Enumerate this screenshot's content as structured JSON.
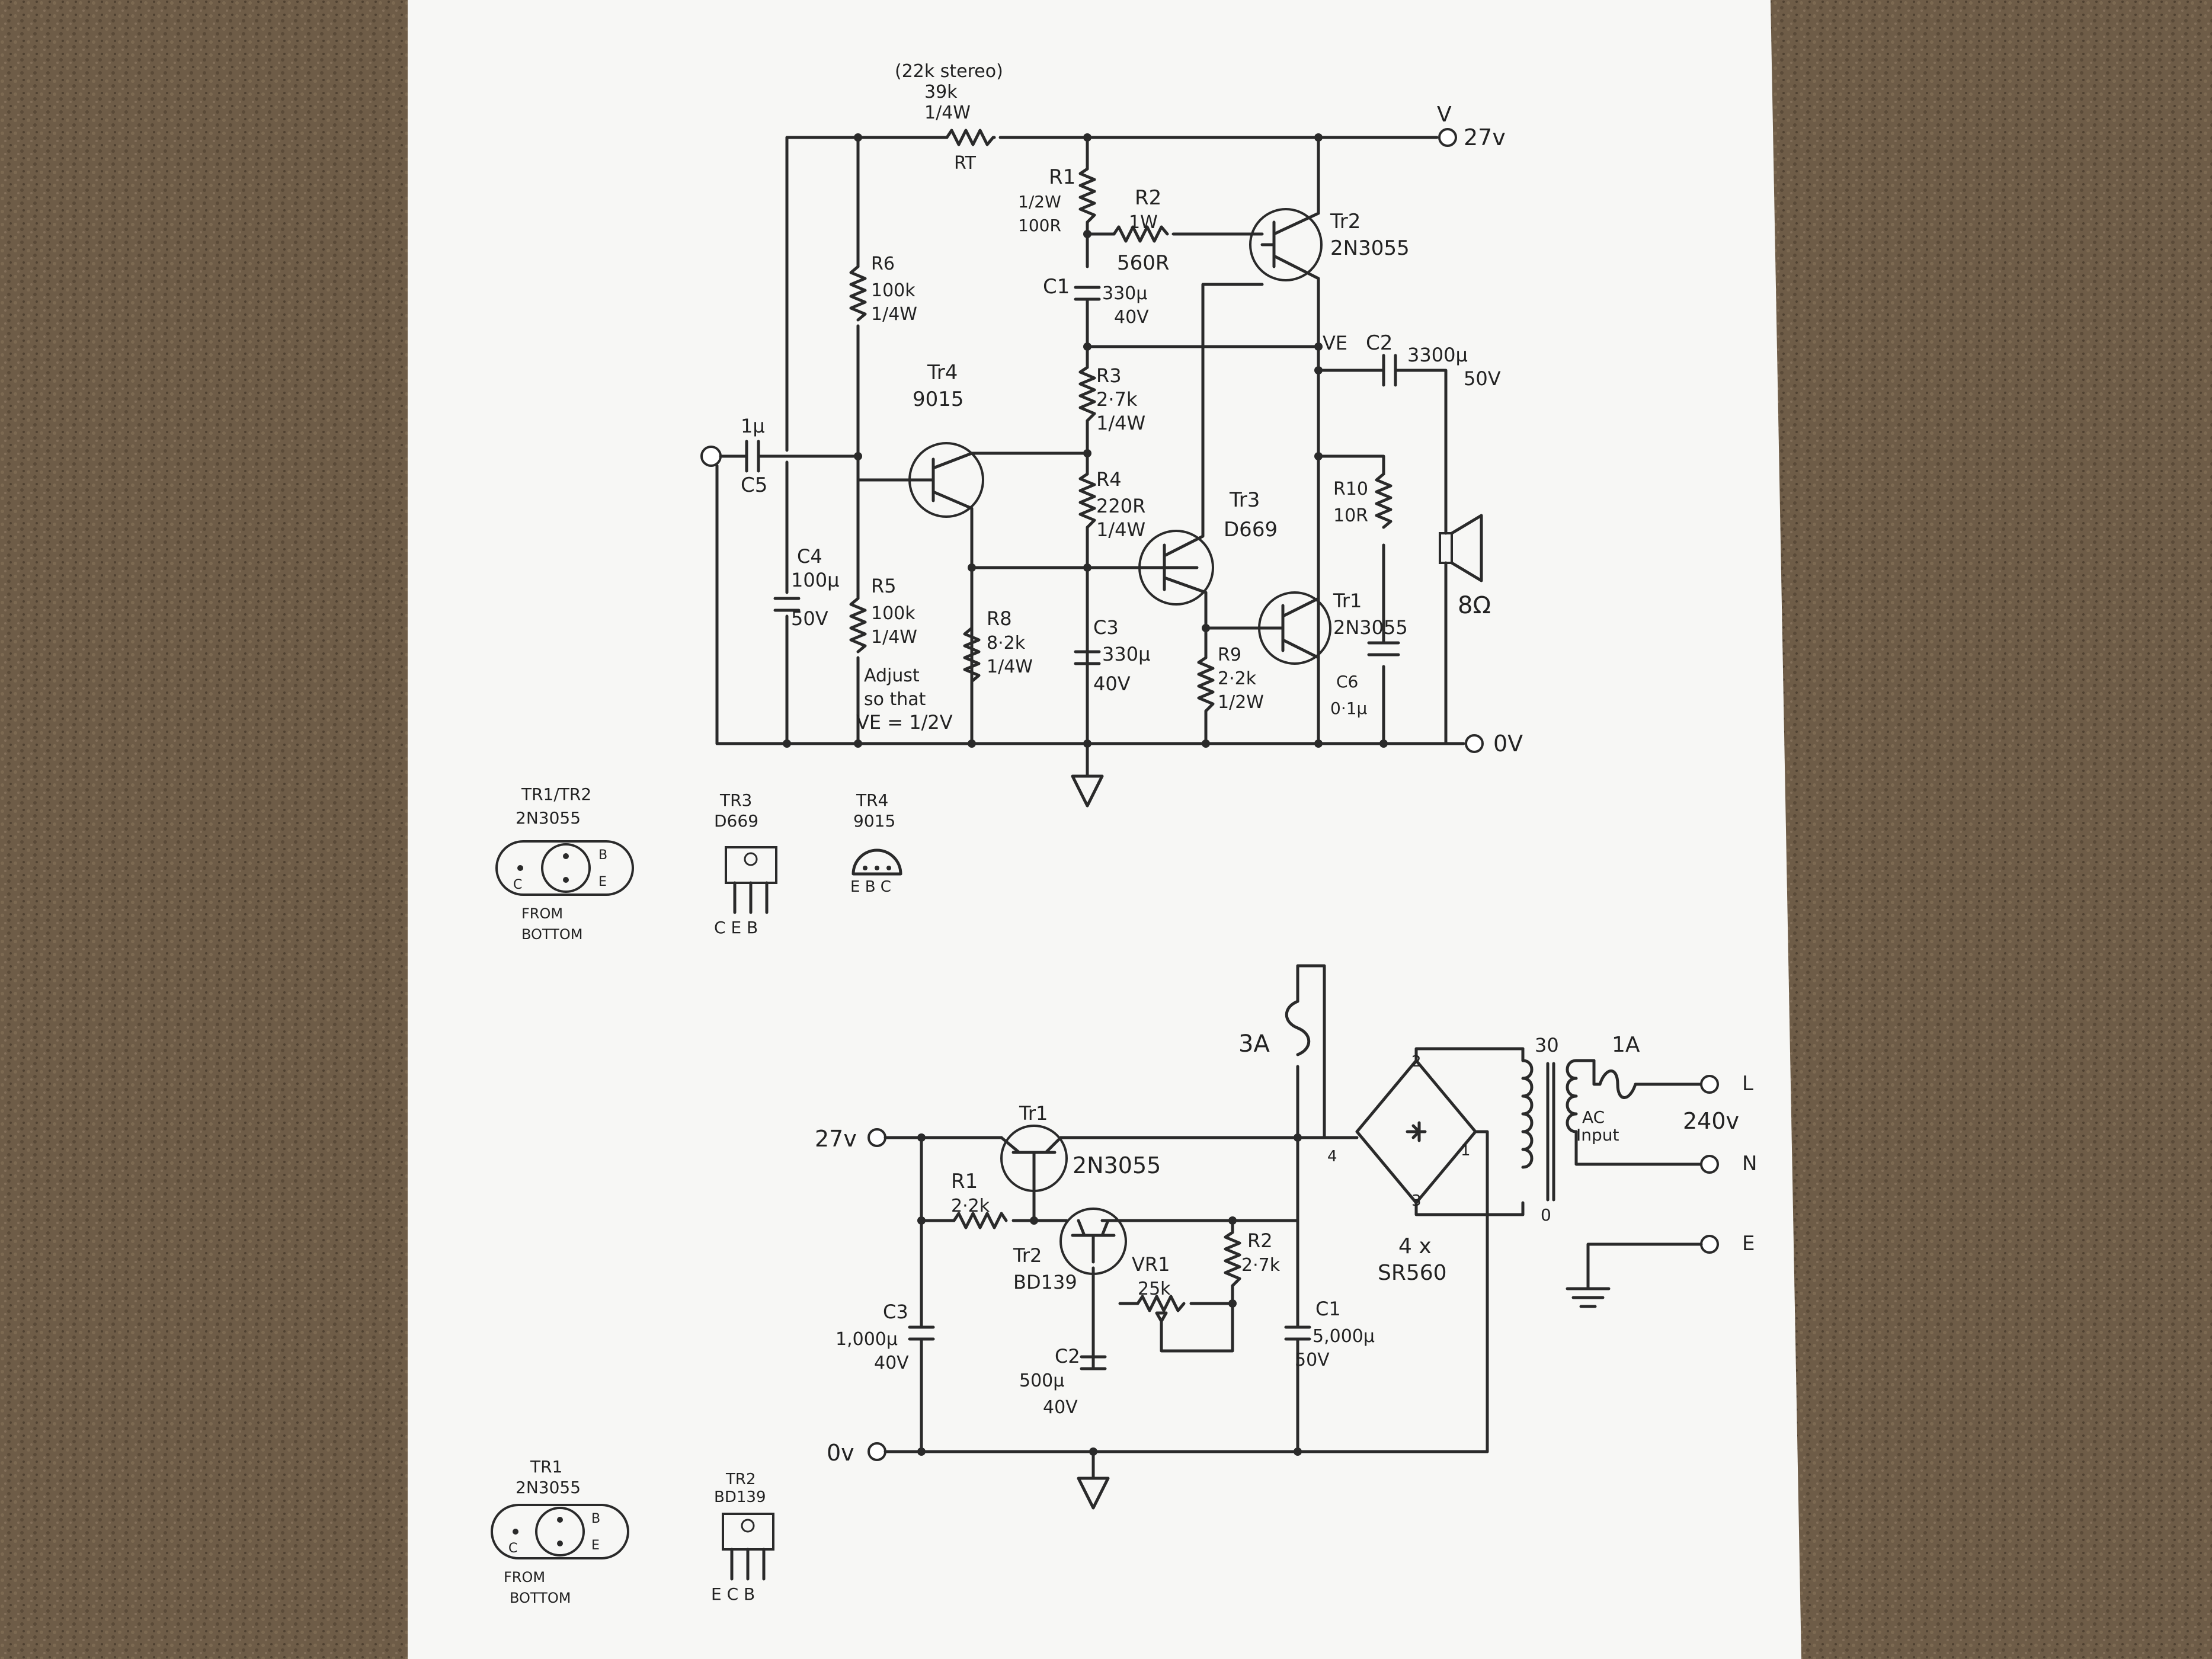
{
  "amplifier": {
    "note_stereo": "(22k stereo)",
    "rt_value": "39k",
    "rt_power": "1/4W",
    "rt_name": "RT",
    "supply_label": "V",
    "supply_voltage": "27v",
    "ground_label": "0V",
    "r1_name": "R1",
    "r1_power": "1/2W",
    "r1_value": "100R",
    "r2_name": "R2",
    "r2_power": "1W",
    "r2_value": "560R",
    "c1_name": "C1",
    "c1_value": "330µ",
    "c1_voltage": "40V",
    "tr2_name": "Tr2",
    "tr2_type": "2N3055",
    "r6_name": "R6",
    "r6_value": "100k",
    "r6_power": "1/4W",
    "ve_label": "VE",
    "c2_name": "C2",
    "c2_value": "3300µ",
    "c2_voltage": "50V",
    "tr4_name": "Tr4",
    "tr4_type": "9015",
    "r3_name": "R3",
    "r3_value": "2·7k",
    "r3_power": "1/4W",
    "c5_value": "1µ",
    "c5_name": "C5",
    "r4_name": "R4",
    "r4_value": "220R",
    "r4_power": "1/4W",
    "tr3_name": "Tr3",
    "tr3_type": "D669",
    "r10_name": "R10",
    "r10_value": "10R",
    "c4_name": "C4",
    "c4_value": "100µ",
    "c4_voltage": "50V",
    "r5_name": "R5",
    "r5_value": "100k",
    "r5_power": "1/4W",
    "r8_name": "R8",
    "r8_value": "8·2k",
    "r8_power": "1/4W",
    "c3_name": "C3",
    "c3_value": "330µ",
    "c3_voltage": "40V",
    "tr1_name": "Tr1",
    "tr1_type": "2N3055",
    "speaker": "8Ω",
    "r9_name": "R9",
    "r9_value": "2·2k",
    "r9_power": "1/2W",
    "c6_name": "C6",
    "c6_value": "0·1µ",
    "adjust_line1": "Adjust",
    "adjust_line2": "so that",
    "adjust_line3": "VE = 1/2V"
  },
  "pinouts_top": {
    "p1_title": "TR1/TR2",
    "p1_type": "2N3055",
    "p1_c": "C",
    "p1_b": "B",
    "p1_e": "E",
    "p1_note1": "FROM",
    "p1_note2": "BOTTOM",
    "p2_title": "TR3",
    "p2_type": "D669",
    "p2_pins": "C E B",
    "p3_title": "TR4",
    "p3_type": "9015",
    "p3_pins": "E B C"
  },
  "psu": {
    "fuse_value": "3A",
    "out_voltage": "27v",
    "ground_label": "0v",
    "tr1_name": "Tr1",
    "tr1_type": "2N3055",
    "r1_name": "R1",
    "r1_value": "2·2k",
    "tr2_name": "Tr2",
    "tr2_type": "BD139",
    "vr1_name": "VR1",
    "vr1_value": "25k",
    "r2_name": "R2",
    "r2_value": "2·7k",
    "c3_name": "C3",
    "c3_value": "1,000µ",
    "c3_voltage": "40V",
    "c2_name": "C2",
    "c2_value": "500µ",
    "c2_voltage": "40V",
    "c1_name": "C1",
    "c1_value": "5,000µ",
    "c1_voltage": "50V",
    "bridge_pin1": "1",
    "bridge_pin2": "2",
    "bridge_pin3": "3",
    "bridge_pin4": "4",
    "bridge_count": "4 x",
    "bridge_type": "SR560",
    "tf_30": "30",
    "tf_0": "0",
    "ac_line1": "AC",
    "ac_line2": "Input",
    "mains_voltage": "240v",
    "mains_fuse": "1A",
    "term_l": "L",
    "term_n": "N",
    "term_e": "E"
  },
  "pinouts_bottom": {
    "p1_title": "TR1",
    "p1_type": "2N3055",
    "p1_c": "C",
    "p1_b": "B",
    "p1_e": "E",
    "p1_note1": "FROM",
    "p1_note2": "BOTTOM",
    "p2_title": "TR2",
    "p2_type": "BD139",
    "p2_pins": "E C B"
  }
}
